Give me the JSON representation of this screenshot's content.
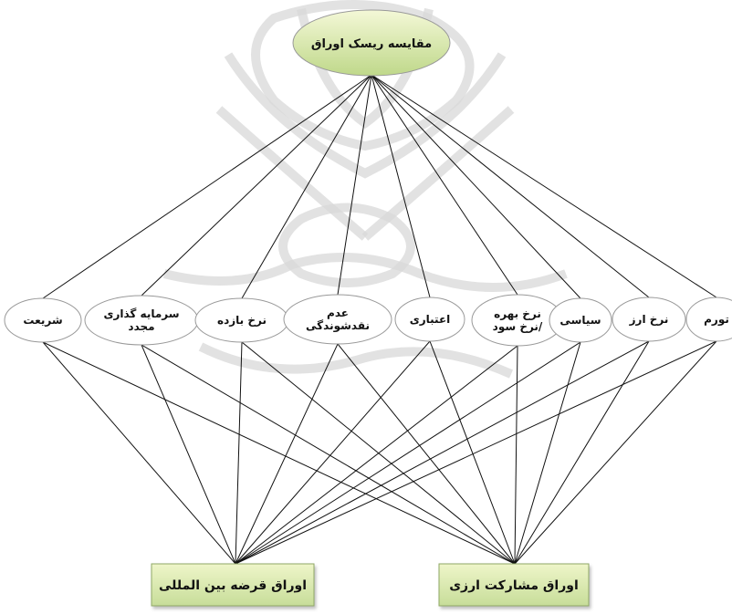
{
  "diagram": {
    "goal": {
      "label": "مقایسه ریسک اوراق"
    },
    "criteria": [
      {
        "id": "shariat",
        "lines": [
          "شریعت"
        ]
      },
      {
        "id": "reinvestment",
        "lines": [
          "سرمایه گذاری",
          "مجدد"
        ]
      },
      {
        "id": "yield",
        "lines": [
          "نرخ بازده"
        ]
      },
      {
        "id": "illiquidity",
        "lines": [
          "عدم",
          "نقدشوندگی"
        ]
      },
      {
        "id": "credit",
        "lines": [
          "اعتباری"
        ]
      },
      {
        "id": "interest",
        "lines": [
          "نرخ بهره",
          "/نرخ سود"
        ]
      },
      {
        "id": "political",
        "lines": [
          "سیاسی"
        ]
      },
      {
        "id": "fx",
        "lines": [
          "نرخ ارز"
        ]
      },
      {
        "id": "inflation",
        "lines": [
          "تورم"
        ]
      }
    ],
    "alternatives": [
      {
        "id": "intl-bonds",
        "label": "اوراق قرضه بین المللی"
      },
      {
        "id": "fx-participation",
        "label": "اوراق مشارکت ارزی"
      }
    ]
  },
  "colors": {
    "goal_fill_top": "#f4f8d7",
    "goal_fill_bottom": "#bfd88a",
    "alt_fill_top": "#eef5c9",
    "alt_fill_bottom": "#c7dd99",
    "node_stroke": "#999999",
    "edge": "#111111",
    "watermark": "#d9d9d9"
  }
}
